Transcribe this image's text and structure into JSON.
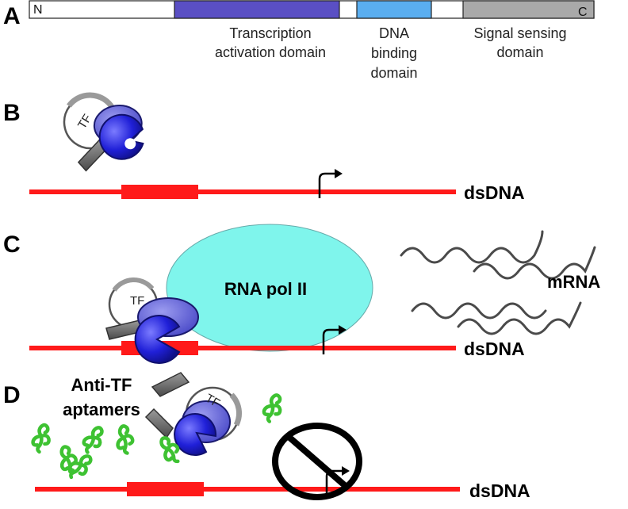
{
  "panels": {
    "a": {
      "letter": "A",
      "n_terminus": "N",
      "c_terminus": "C",
      "domains": [
        {
          "lines": [
            "Transcription",
            "activation domain"
          ],
          "color": "#5a4fc4"
        },
        {
          "lines": [
            "DNA",
            "binding",
            "domain"
          ],
          "color": "#5aaef0"
        },
        {
          "lines": [
            "Signal sensing",
            "domain"
          ],
          "color": "#a9a9a9"
        }
      ]
    },
    "b": {
      "letter": "B",
      "tf_label": "TF",
      "dna_label": "dsDNA"
    },
    "c": {
      "letter": "C",
      "tf_label": "TF",
      "polymerase_label": "RNA pol II",
      "mrna_label": "mRNA",
      "dna_label": "dsDNA"
    },
    "d": {
      "letter": "D",
      "tf_label": "TF",
      "aptamer_label_line1": "Anti-TF",
      "aptamer_label_line2": "aptamers",
      "dna_label": "dsDNA"
    }
  },
  "colors": {
    "dna": "#ff1a1a",
    "polymerase": "#7ff5ec",
    "aptamer": "#3ec232",
    "tf_blue": "#2d2dd6",
    "tf_grey": "#6e6e6e",
    "mrna": "#4a4a4a"
  }
}
